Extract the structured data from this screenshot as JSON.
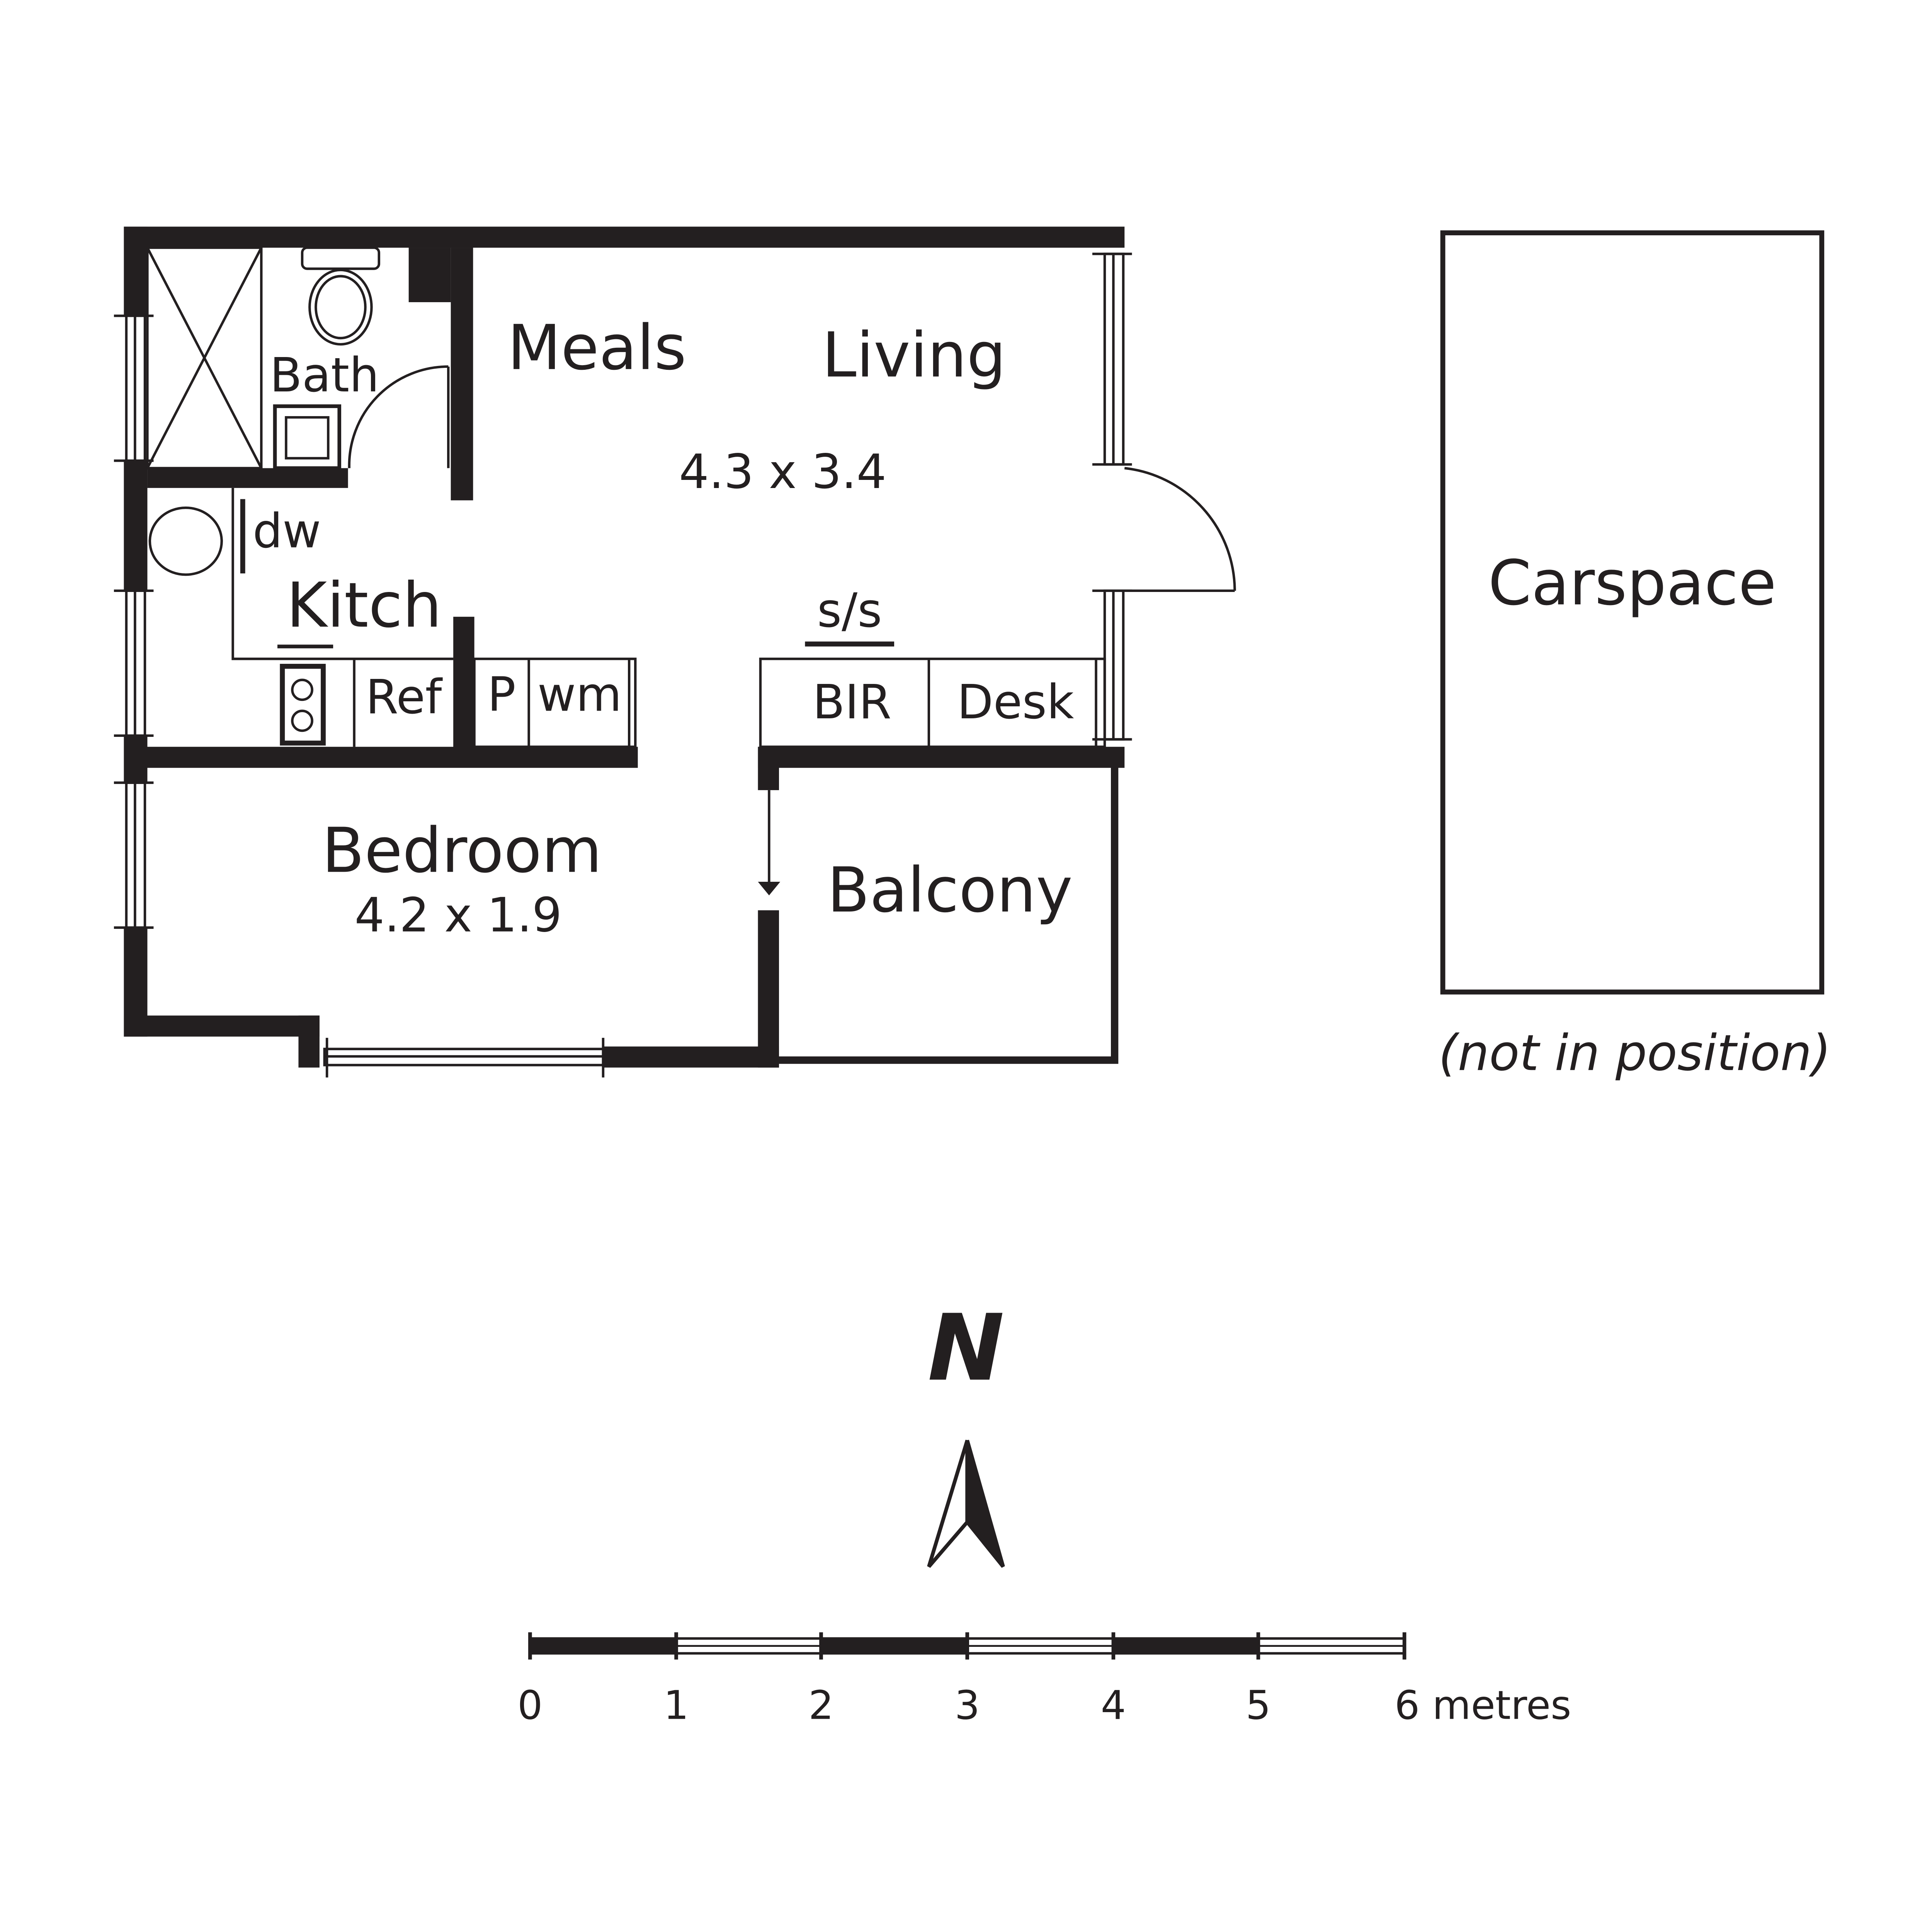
{
  "rooms": {
    "meals": "Meals",
    "living": "Living",
    "living_dims": "4.3 x 3.4",
    "bath": "Bath",
    "dw": "dw",
    "kitch": "Kitch",
    "ss": "s/s",
    "ref": "Ref",
    "p": "P",
    "wm": "wm",
    "bir": "BIR",
    "desk": "Desk",
    "bedroom": "Bedroom",
    "bedroom_dims": "4.2 x 1.9",
    "balcony": "Balcony"
  },
  "carspace": {
    "label": "Carspace",
    "note": "(not in position)"
  },
  "north": {
    "label": "N"
  },
  "scale": {
    "ticks": [
      "0",
      "1",
      "2",
      "3",
      "4",
      "5",
      "6 metres"
    ]
  },
  "colors": {
    "ink": "#231f20",
    "background": "#ffffff"
  }
}
